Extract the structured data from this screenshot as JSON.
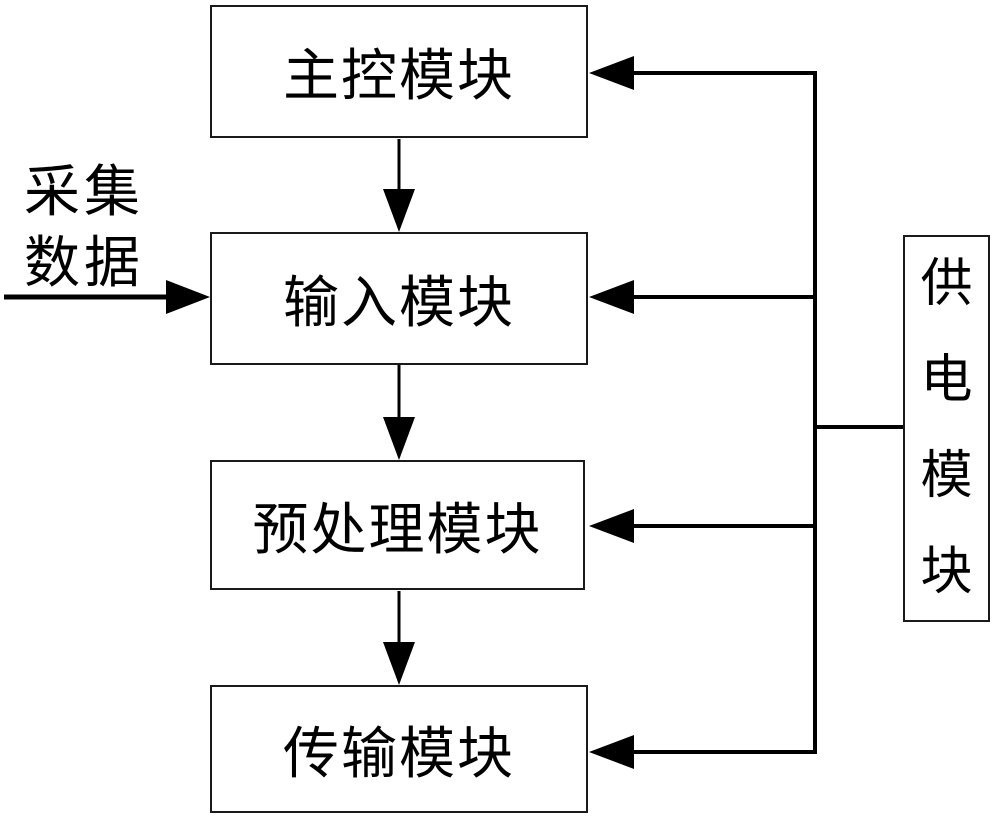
{
  "diagram": {
    "figure_type": "block-diagram",
    "nodes": {
      "main": {
        "label": "主控模块"
      },
      "input": {
        "label": "输入模块"
      },
      "preprocess": {
        "label": "预处理模块"
      },
      "transmit": {
        "label": "传输模块"
      },
      "power": {
        "label": "供电模块",
        "orientation": "vertical"
      }
    },
    "external_input": {
      "label": "采集数据"
    },
    "edges": [
      {
        "from": "external_input",
        "to": "input",
        "type": "arrow",
        "direction": "right"
      },
      {
        "from": "main",
        "to": "input",
        "type": "arrow",
        "direction": "down"
      },
      {
        "from": "input",
        "to": "preprocess",
        "type": "arrow",
        "direction": "down"
      },
      {
        "from": "preprocess",
        "to": "transmit",
        "type": "arrow",
        "direction": "down"
      },
      {
        "from": "power",
        "to": "main",
        "type": "arrow",
        "direction": "left"
      },
      {
        "from": "power",
        "to": "input",
        "type": "arrow",
        "direction": "left"
      },
      {
        "from": "power",
        "to": "preprocess",
        "type": "arrow",
        "direction": "left"
      },
      {
        "from": "power",
        "to": "transmit",
        "type": "arrow",
        "direction": "left"
      }
    ],
    "colors": {
      "line": "#000000",
      "box_border": "#1a1a1a",
      "box_fill": "#ffffff",
      "background": "#ffffff",
      "text": "#000000"
    }
  }
}
